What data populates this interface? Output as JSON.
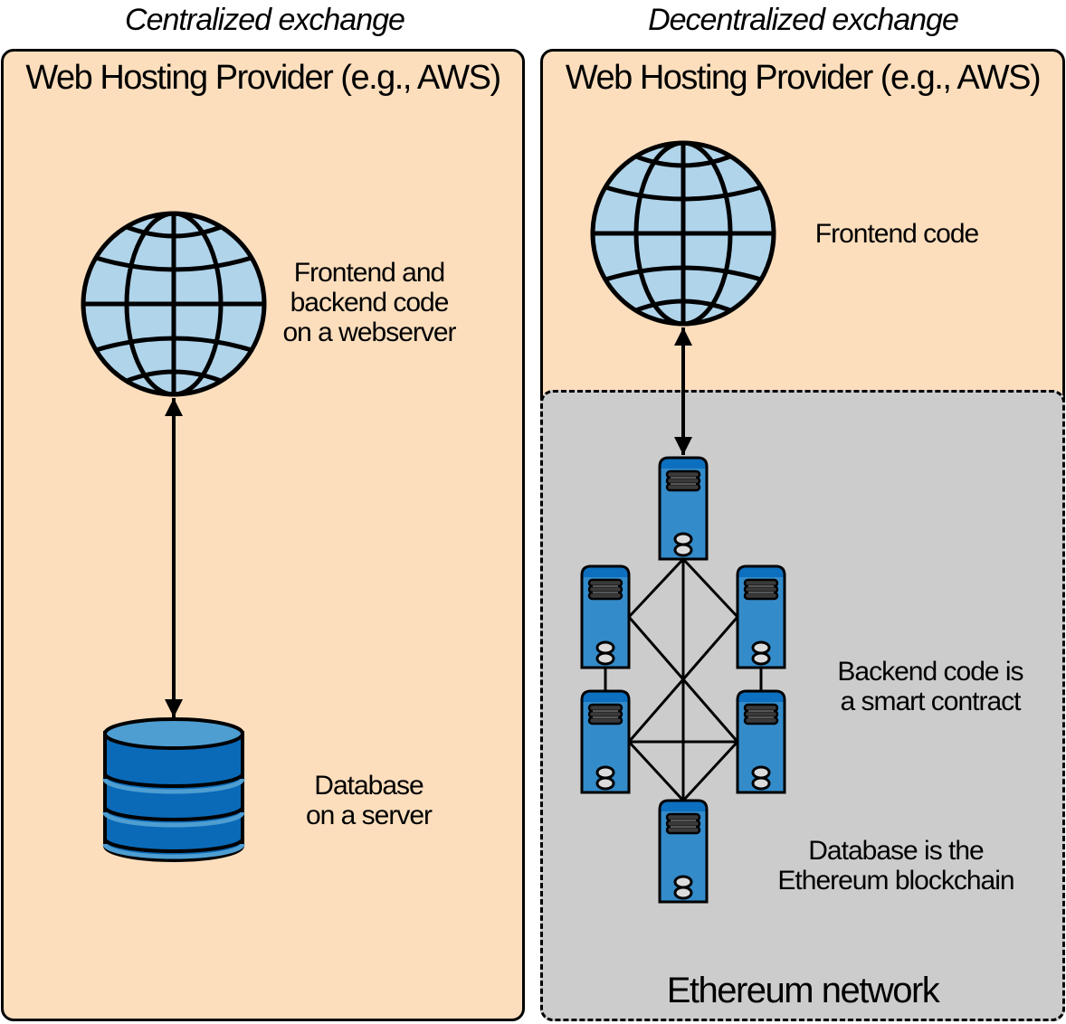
{
  "captions": {
    "left": "Centralized exchange",
    "right": "Decentralized exchange"
  },
  "left_panel": {
    "title": "Web Hosting Provider (e.g., AWS)",
    "globe_label": "Frontend and\nbackend code\non a webserver",
    "database_label": "Database\non a server",
    "icons": [
      "globe-icon",
      "database-icon",
      "bidirectional-arrow"
    ]
  },
  "right_panel": {
    "title": "Web Hosting Provider (e.g., AWS)",
    "globe_label": "Frontend code",
    "network": {
      "title": "Ethereum network",
      "backend_label": "Backend code is\na smart contract",
      "database_label": "Database is the\nEthereum blockchain",
      "node_count": 6
    }
  },
  "colors": {
    "hosting_fill": "#fcdebd",
    "network_fill": "#cccccc",
    "globe_fill": "#b0d4ea",
    "server_fill": "#348bca",
    "server_top": "#0d6fbf",
    "database_fill": "#0a6ab8",
    "database_highlight": "#4e9ed2"
  }
}
